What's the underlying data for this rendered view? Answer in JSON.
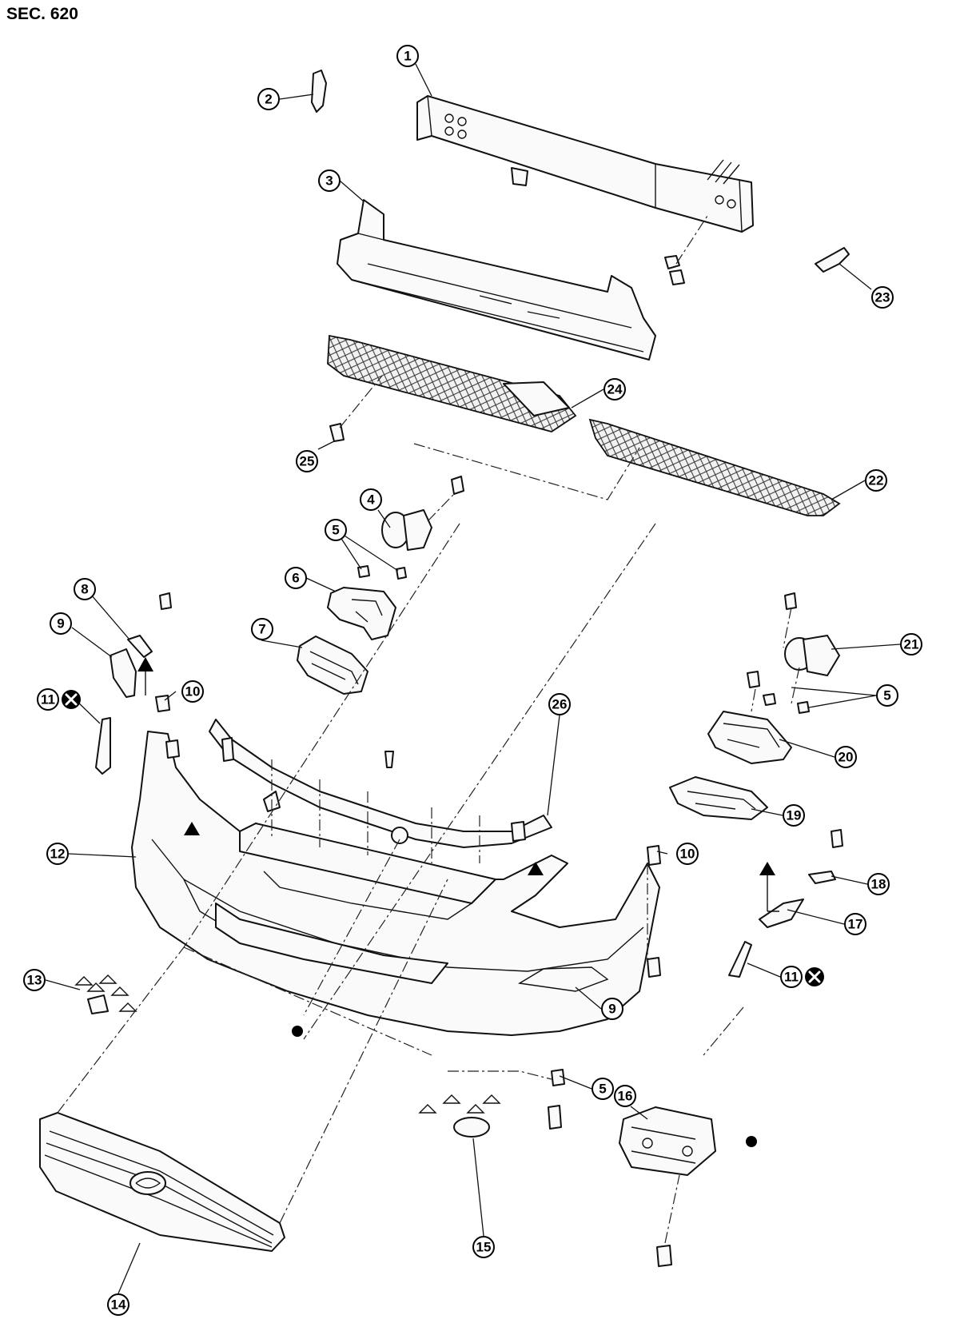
{
  "section_label": "SEC. 620",
  "callouts": [
    {
      "id": "c1",
      "label": "1"
    },
    {
      "id": "c2",
      "label": "2"
    },
    {
      "id": "c3",
      "label": "3"
    },
    {
      "id": "c4",
      "label": "4"
    },
    {
      "id": "c5a",
      "label": "5"
    },
    {
      "id": "c5b",
      "label": "5"
    },
    {
      "id": "c5c",
      "label": "5"
    },
    {
      "id": "c6",
      "label": "6"
    },
    {
      "id": "c7",
      "label": "7"
    },
    {
      "id": "c8",
      "label": "8"
    },
    {
      "id": "c9a",
      "label": "9"
    },
    {
      "id": "c9b",
      "label": "9"
    },
    {
      "id": "c10a",
      "label": "10"
    },
    {
      "id": "c10b",
      "label": "10"
    },
    {
      "id": "c11a",
      "label": "11"
    },
    {
      "id": "c11b",
      "label": "11"
    },
    {
      "id": "c12",
      "label": "12"
    },
    {
      "id": "c13",
      "label": "13"
    },
    {
      "id": "c14",
      "label": "14"
    },
    {
      "id": "c15",
      "label": "15"
    },
    {
      "id": "c16",
      "label": "16"
    },
    {
      "id": "c17",
      "label": "17"
    },
    {
      "id": "c18",
      "label": "18"
    },
    {
      "id": "c19",
      "label": "19"
    },
    {
      "id": "c20",
      "label": "20"
    },
    {
      "id": "c21",
      "label": "21"
    },
    {
      "id": "c22",
      "label": "22"
    },
    {
      "id": "c23",
      "label": "23"
    },
    {
      "id": "c24",
      "label": "24"
    },
    {
      "id": "c25",
      "label": "25"
    },
    {
      "id": "c26",
      "label": "26"
    }
  ]
}
